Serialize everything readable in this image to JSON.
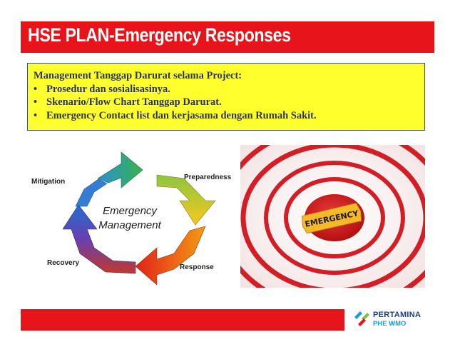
{
  "slide": {
    "title": "HSE PLAN-Emergency Responses",
    "heading": "Management Tanggap Darurat selama Project:",
    "bullet_symbol": "•",
    "bullets": [
      "Prosedur dan sosialisasinya.",
      "Skenario/Flow Chart Tanggap Darurat.",
      "Emergency Contact list dan kerjasama dengan Rumah Sakit."
    ]
  },
  "cycle_diagram": {
    "center_line1": "Emergency",
    "center_line2": "Management",
    "labels": {
      "mitigation": "Mitigation",
      "preparedness": "Preparedness",
      "response": "Response",
      "recovery": "Recovery"
    }
  },
  "emergency_image": {
    "sign_text": "EMERGENCY"
  },
  "logo": {
    "line1": "PERTAMINA",
    "line2": "PHE WMO"
  },
  "colors": {
    "red": "#e8141c",
    "highlight_yellow": "#ffff2e",
    "text_navy": "#2b3555",
    "logo_navy": "#1a3d8f",
    "logo_blue": "#1a9ad6",
    "logo_green": "#7dc242"
  }
}
